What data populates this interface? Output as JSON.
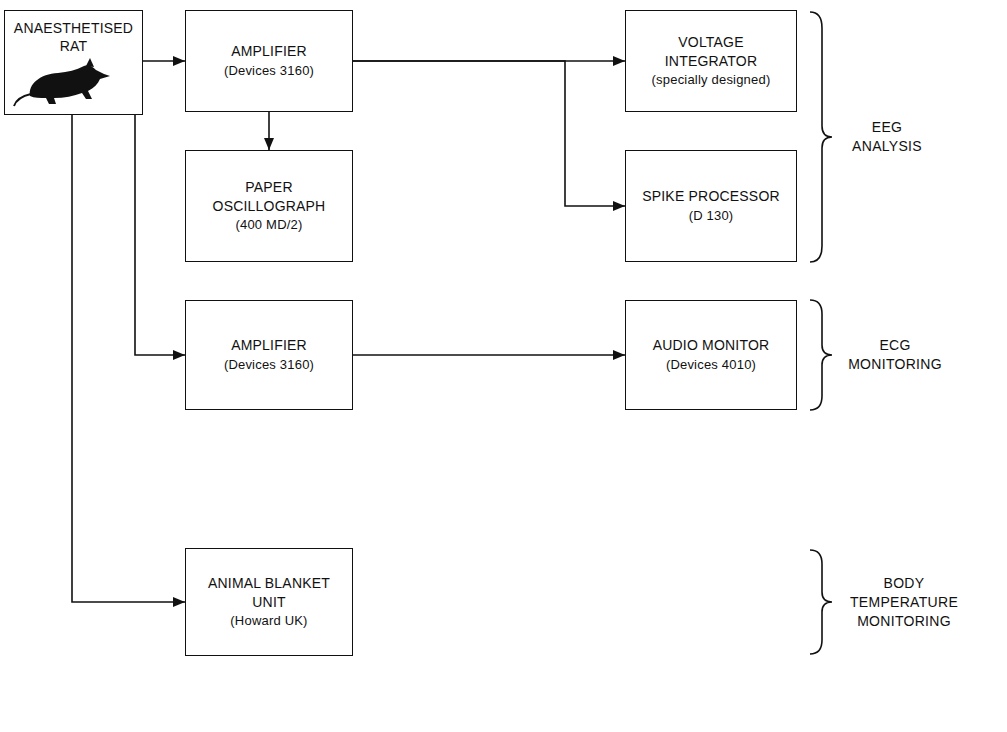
{
  "diagram": {
    "nodes": [
      {
        "text": [
          "ANAESTHETISED RAT"
        ]
      },
      {
        "text": [
          "AMPLIFIER",
          "(Devices 3160)"
        ]
      },
      {
        "text": [
          "VOLTAGE INTEGRATOR",
          "(specially designed)"
        ]
      },
      {
        "text": [
          "PAPER OSCILLOGRAPH",
          "(400 MD/2)"
        ]
      },
      {
        "text": [
          "SPIKE PROCESSOR",
          "(D 130)"
        ]
      },
      {
        "text": [
          "AMPLIFIER",
          "(Devices 3160)"
        ]
      },
      {
        "text": [
          "AUDIO MONITOR",
          "(Devices 4010)"
        ]
      },
      {
        "text": [
          "ANIMAL BLANKET UNIT",
          "(Howard UK)"
        ]
      }
    ],
    "edges": [
      {
        "from": 0,
        "to": 1,
        "arrow": "to"
      },
      {
        "from": 1,
        "to": 2,
        "arrow": "to"
      },
      {
        "from": 1,
        "to": 4,
        "arrow": "to"
      },
      {
        "from": 1,
        "to": 3,
        "arrow": "to"
      },
      {
        "from": 0,
        "to": 5,
        "arrow": "to"
      },
      {
        "from": 5,
        "to": 6,
        "arrow": "to"
      },
      {
        "from": 0,
        "to": 7,
        "arrow": "to"
      }
    ],
    "labels": [
      "EEG ANALYSIS",
      "ECG MONITORING",
      "BODY TEMPERATURE MONITORING"
    ]
  }
}
